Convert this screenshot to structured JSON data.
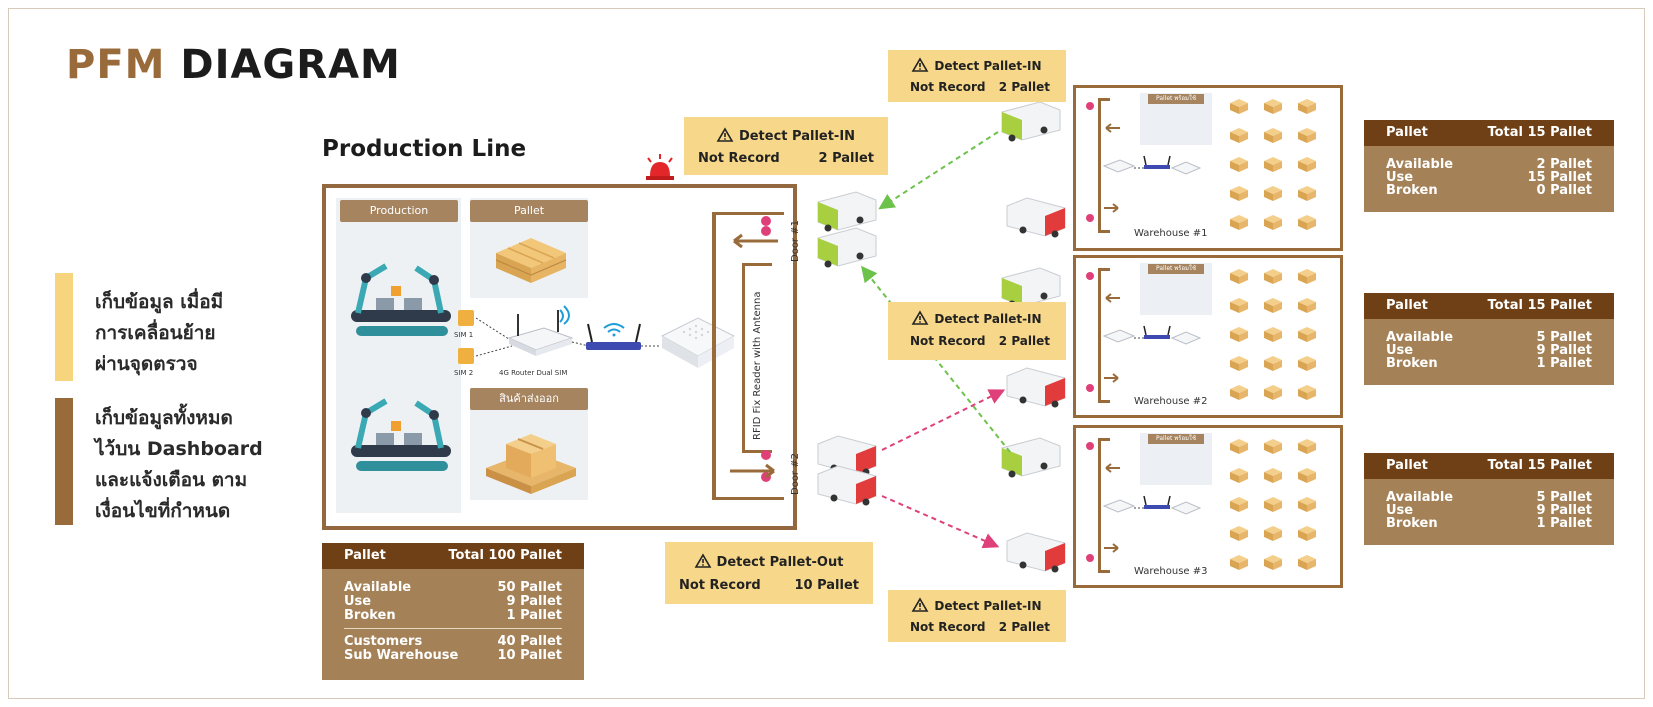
{
  "title": {
    "part1": "PFM",
    "part2": "DIAGRAM"
  },
  "subtitle": "Production Line",
  "side_notes": [
    {
      "text": "เก็บข้อมูล เมื่อมี\nการเคลื่อนย้าย\nผ่านจุดตรวจ",
      "color": "#f7d47e"
    },
    {
      "text": "เก็บข้อมูลทั้งหมด\nไว้บน Dashboard\nและแจ้งเตือน ตาม\nเงื่อนไขที่กำหนด",
      "color": "#9a6b3a"
    }
  ],
  "production_line": {
    "cards": {
      "production": "Production",
      "pallet": "Pallet",
      "export": "สินค้าส่งออก"
    },
    "sim1": "SIM 1",
    "sim2": "SIM 2",
    "router": "4G Router Dual SIM",
    "rfid_reader": "RFID Fix Reader with Antenna",
    "door1": "Door #1",
    "door2": "Door #2"
  },
  "alerts": [
    {
      "id": "prod-in",
      "title": "Detect Pallet-IN",
      "left": "Not Record",
      "right": "2 Pallet"
    },
    {
      "id": "prod-out",
      "title": "Detect Pallet-Out",
      "left": "Not Record",
      "right": "10 Pallet"
    },
    {
      "id": "wh1-in",
      "title": "Detect Pallet-IN",
      "left": "Not Record",
      "right": "2 Pallet"
    },
    {
      "id": "wh2-in",
      "title": "Detect Pallet-IN",
      "left": "Not Record",
      "right": "2 Pallet"
    },
    {
      "id": "wh3-in",
      "title": "Detect Pallet-IN",
      "left": "Not Record",
      "right": "2 Pallet"
    }
  ],
  "production_stats": {
    "head_left": "Pallet",
    "head_right": "Total 100 Pallet",
    "rows": [
      {
        "label": "Available",
        "value": "50 Pallet"
      },
      {
        "label": "Use",
        "value": "9 Pallet"
      },
      {
        "label": "Broken",
        "value": "1 Pallet"
      }
    ],
    "rows2": [
      {
        "label": "Customers",
        "value": "40 Pallet"
      },
      {
        "label": "Sub Warehouse",
        "value": "10 Pallet"
      }
    ]
  },
  "warehouses": [
    {
      "name": "Warehouse #1",
      "panel_title": "Pallet พร้อมใช้",
      "stats": {
        "head_left": "Pallet",
        "head_right": "Total 15 Pallet",
        "rows": [
          {
            "label": "Available",
            "value": "2 Pallet"
          },
          {
            "label": "Use",
            "value": "15 Pallet"
          },
          {
            "label": "Broken",
            "value": "0 Pallet"
          }
        ]
      }
    },
    {
      "name": "Warehouse #2",
      "panel_title": "Pallet พร้อมใช้",
      "stats": {
        "head_left": "Pallet",
        "head_right": "Total 15 Pallet",
        "rows": [
          {
            "label": "Available",
            "value": "5 Pallet"
          },
          {
            "label": "Use",
            "value": "9 Pallet"
          },
          {
            "label": "Broken",
            "value": "1 Pallet"
          }
        ]
      }
    },
    {
      "name": "Warehouse #3",
      "panel_title": "Pallet พร้อมใช้",
      "stats": {
        "head_left": "Pallet",
        "head_right": "Total 15 Pallet",
        "rows": [
          {
            "label": "Available",
            "value": "5 Pallet"
          },
          {
            "label": "Use",
            "value": "9 Pallet"
          },
          {
            "label": "Broken",
            "value": "1 Pallet"
          }
        ]
      }
    }
  ],
  "icons": [
    "warning-icon",
    "siren-icon",
    "truck-icon",
    "router-icon",
    "sim-card-icon",
    "rfid-reader-icon",
    "box-icon",
    "robot-arm-icon",
    "pallet-icon"
  ],
  "colors": {
    "brand_brown": "#9a6b3a",
    "dark_brown": "#6f3f15",
    "stat_brown": "#a48157",
    "alert_yellow": "#f7d88a",
    "arrow_green": "#6cc24a",
    "arrow_pink": "#e0407a",
    "truck_green": "#a8cf3f",
    "truck_red": "#e23b3b"
  }
}
